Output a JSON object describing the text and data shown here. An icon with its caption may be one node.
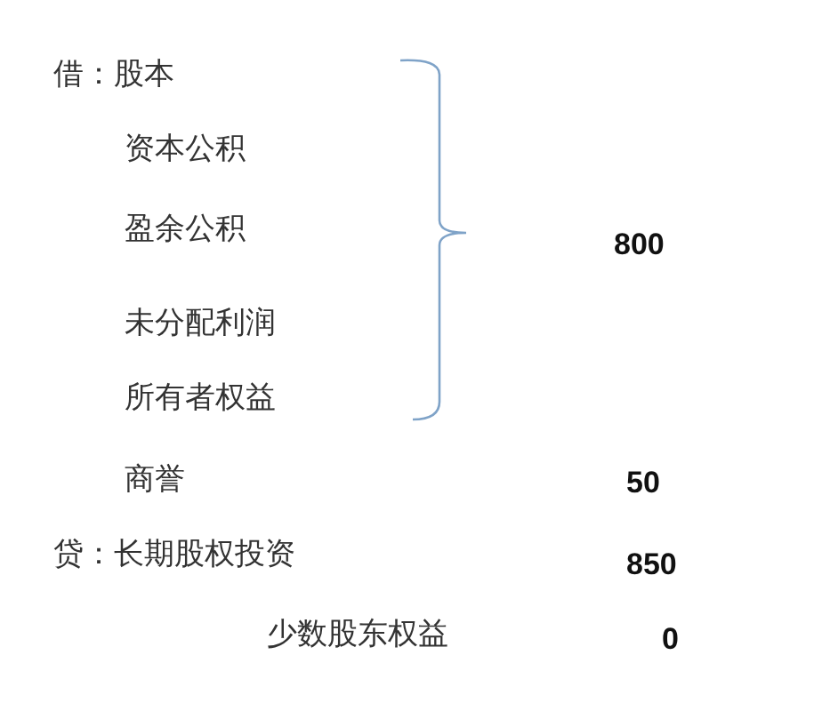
{
  "diagram": {
    "labels": [
      "借：股本",
      "资本公积",
      "盈余公积",
      "800",
      "未分配利润",
      "所有者权益",
      "商誉",
      "50",
      "贷：长期股权投资",
      "850",
      "少数股东权益",
      "0"
    ]
  }
}
